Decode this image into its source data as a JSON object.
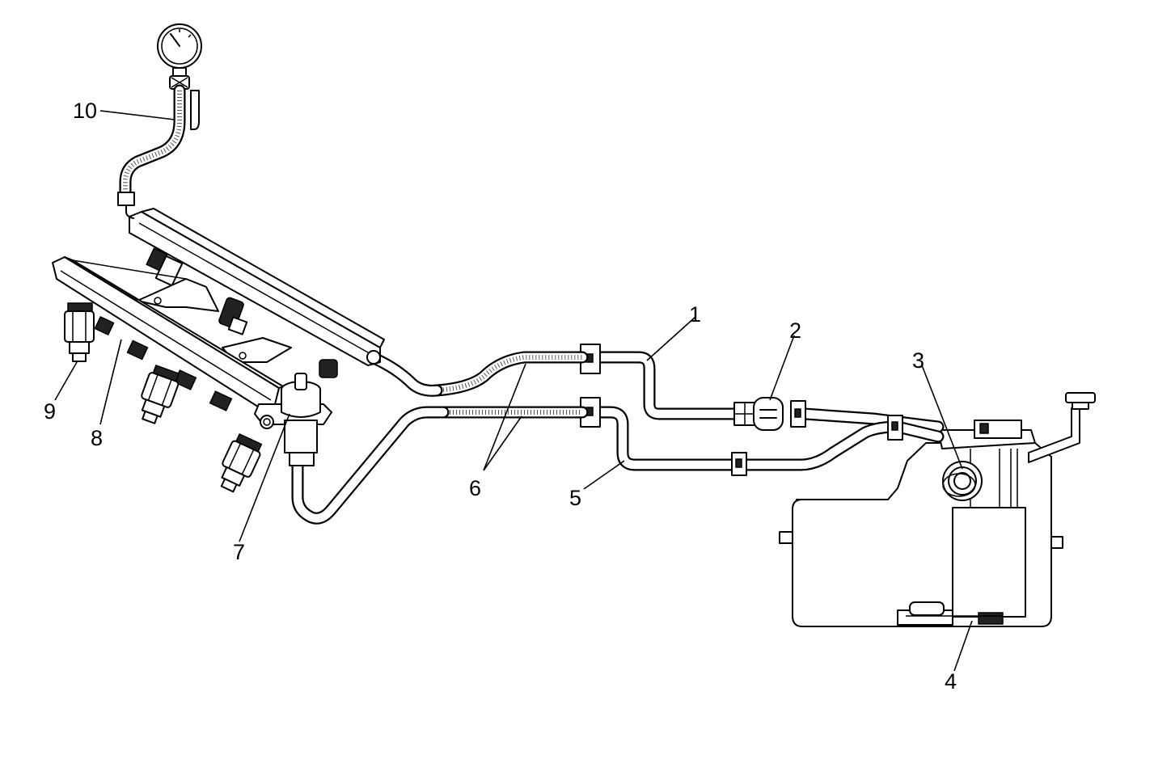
{
  "callouts": {
    "c1": "1",
    "c2": "2",
    "c3": "3",
    "c4": "4",
    "c5": "5",
    "c6": "6",
    "c7": "7",
    "c8": "8",
    "c9": "9",
    "c10": "10"
  },
  "style": {
    "line_color": "#000000",
    "background": "#ffffff"
  }
}
